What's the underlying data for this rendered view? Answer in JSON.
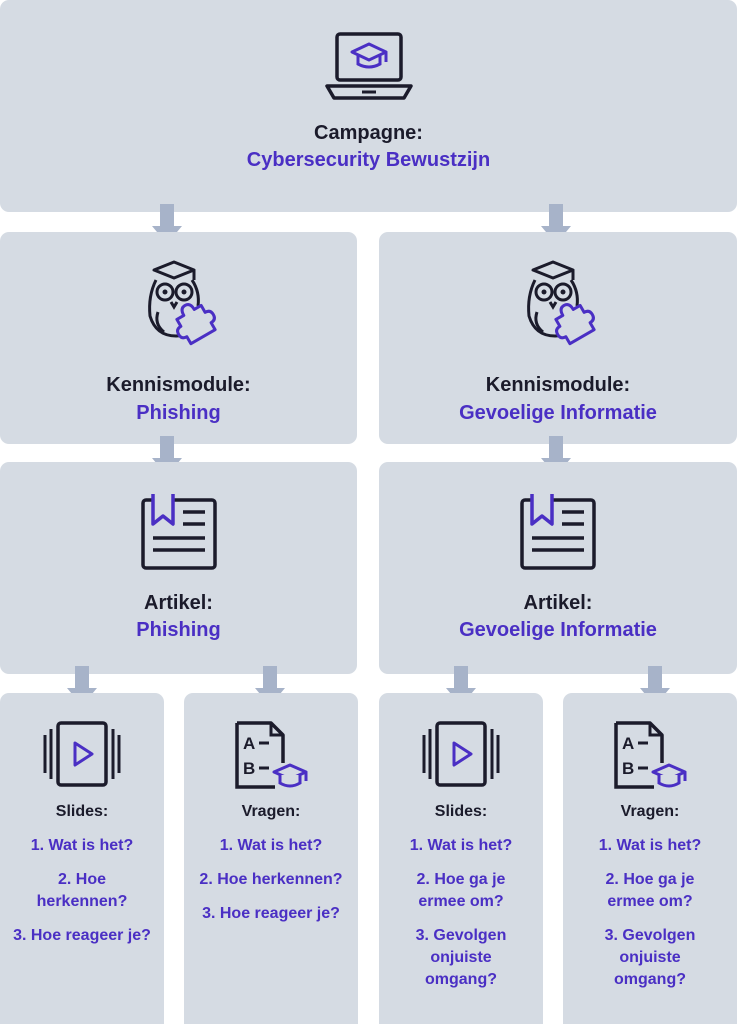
{
  "campaign": {
    "label": "Campagne:",
    "value": "Cybersecurity Bewustzijn",
    "icon": "laptop-graduation-icon"
  },
  "modules": [
    {
      "label": "Kennismodule:",
      "value": "Phishing",
      "icon": "owl-puzzle-icon",
      "article": {
        "label": "Artikel:",
        "value": "Phishing",
        "icon": "article-bookmark-icon"
      },
      "slides": {
        "label": "Slides:",
        "icon": "slides-play-icon",
        "items": [
          "1. Wat is het?",
          "2. Hoe herkennen?",
          "3. Hoe reageer je?"
        ]
      },
      "questions": {
        "label": "Vragen:",
        "icon": "quiz-ab-icon",
        "items": [
          "1. Wat is het?",
          "2. Hoe herkennen?",
          "3. Hoe reageer je?"
        ]
      }
    },
    {
      "label": "Kennismodule:",
      "value": "Gevoelige Informatie",
      "icon": "owl-puzzle-icon",
      "article": {
        "label": "Artikel:",
        "value": "Gevoelige Informatie",
        "icon": "article-bookmark-icon"
      },
      "slides": {
        "label": "Slides:",
        "icon": "slides-play-icon",
        "items": [
          "1. Wat is het?",
          "2. Hoe ga je ermee om?",
          "3. Gevolgen onjuiste omgang?"
        ]
      },
      "questions": {
        "label": "Vragen:",
        "icon": "quiz-ab-icon",
        "items": [
          "1. Wat is het?",
          "2. Hoe ga je ermee om?",
          "3. Gevolgen onjuiste omgang?"
        ]
      }
    }
  ],
  "colors": {
    "box": "#d5dbe3",
    "arrow": "#a7b3c9",
    "accent": "#4a2fc4",
    "text": "#1b1b2b"
  }
}
